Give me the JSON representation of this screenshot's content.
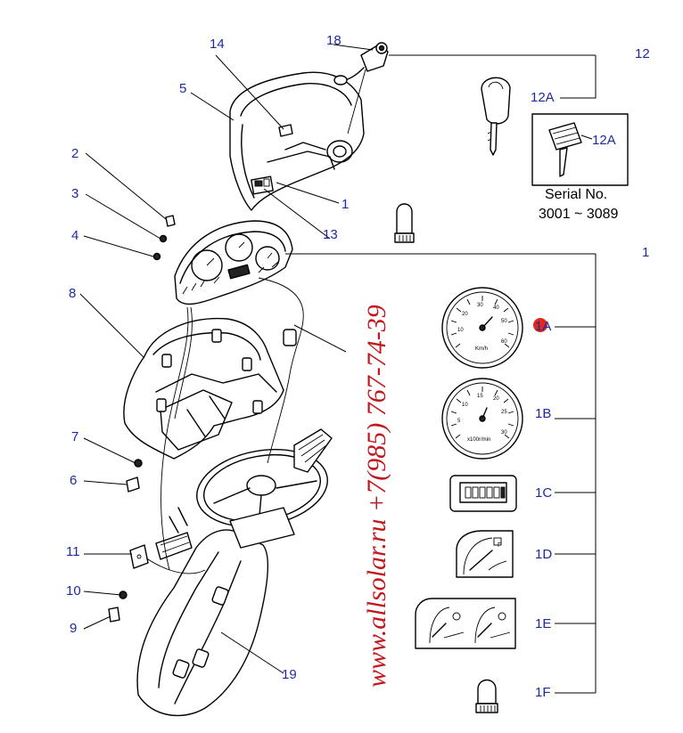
{
  "labels": {
    "c1_top": "1",
    "c1_right": "1",
    "c1A": "1A",
    "c1B": "1B",
    "c1C": "1C",
    "c1D": "1D",
    "c1E": "1E",
    "c1F": "1F",
    "c2": "2",
    "c3": "3",
    "c4": "4",
    "c5": "5",
    "c6": "6",
    "c7": "7",
    "c8": "8",
    "c9": "9",
    "c10": "10",
    "c11": "11",
    "c12": "12",
    "c12A_top": "12A",
    "c12A_box": "12A",
    "c13": "13",
    "c14": "14",
    "c18": "18",
    "c19": "19"
  },
  "serial": {
    "line1": "Serial No.",
    "line2": "3001 ~ 3089"
  },
  "gauges": {
    "speed_unit": "Km/h",
    "speed_ticks": [
      "10",
      "20",
      "30",
      "40",
      "50",
      "60"
    ],
    "rpm_unit": "x100r/min",
    "rpm_ticks": [
      "5",
      "10",
      "15",
      "20",
      "25",
      "30"
    ]
  },
  "watermark": {
    "text": "www.allsolar.ru  +7(985) 767-74-39",
    "color": "#c0181c"
  },
  "colors": {
    "callout": "#1f2a9e",
    "highlight_badge": "#e0281c"
  }
}
